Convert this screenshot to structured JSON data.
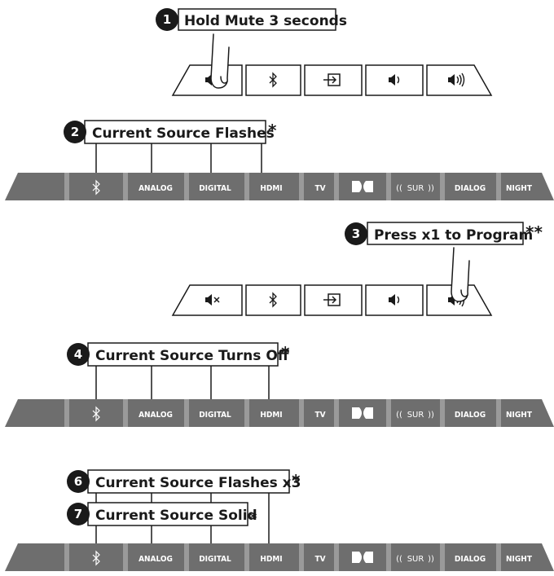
{
  "steps": [
    {
      "number": "1",
      "text": "Hold Mute 3 seconds",
      "mark": ""
    },
    {
      "number": "2",
      "text": "Current Source Flashes",
      "mark": "*"
    },
    {
      "number": "3",
      "text": "Press x1 to Program",
      "mark": "**"
    },
    {
      "number": "4",
      "text": "Current Source Turns Off",
      "mark": "*"
    },
    {
      "number": "6",
      "text": "Current Source Flashes x3",
      "mark": "*"
    },
    {
      "number": "7",
      "text": "Current Source Solid",
      "mark": "*"
    }
  ],
  "source_labels": [
    "ANALOG",
    "DIGITAL",
    "HDMI",
    "TV",
    "DIALOG",
    "NIGHT"
  ],
  "surround_label": "SUR",
  "remote_buttons": [
    "mute-icon",
    "bluetooth-icon",
    "input-icon",
    "volume-down-icon",
    "volume-up-icon"
  ],
  "colors": {
    "bar": "#6e6e6e",
    "light": "#9a9a9a",
    "ink": "#1a1a1a"
  }
}
